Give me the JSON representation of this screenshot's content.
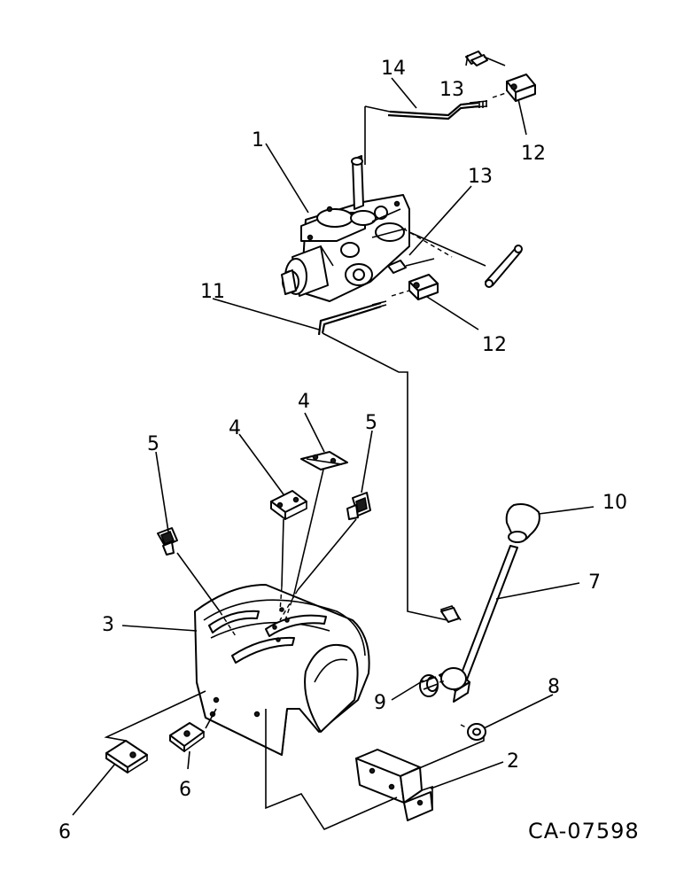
{
  "drawing": {
    "reference_code": "CA-07598",
    "callouts": [
      {
        "id": "1",
        "label": "1"
      },
      {
        "id": "2",
        "label": "2"
      },
      {
        "id": "3",
        "label": "3"
      },
      {
        "id": "4a",
        "label": "4"
      },
      {
        "id": "4b",
        "label": "4"
      },
      {
        "id": "5a",
        "label": "5"
      },
      {
        "id": "5b",
        "label": "5"
      },
      {
        "id": "6a",
        "label": "6"
      },
      {
        "id": "6b",
        "label": "6"
      },
      {
        "id": "7",
        "label": "7"
      },
      {
        "id": "8",
        "label": "8"
      },
      {
        "id": "9",
        "label": "9"
      },
      {
        "id": "10",
        "label": "10"
      },
      {
        "id": "11",
        "label": "11"
      },
      {
        "id": "12a",
        "label": "12"
      },
      {
        "id": "12b",
        "label": "12"
      },
      {
        "id": "13a",
        "label": "13"
      },
      {
        "id": "13b",
        "label": "13"
      },
      {
        "id": "14",
        "label": "14"
      }
    ],
    "colors": {
      "ink": "#000000",
      "paper": "#ffffff"
    }
  }
}
